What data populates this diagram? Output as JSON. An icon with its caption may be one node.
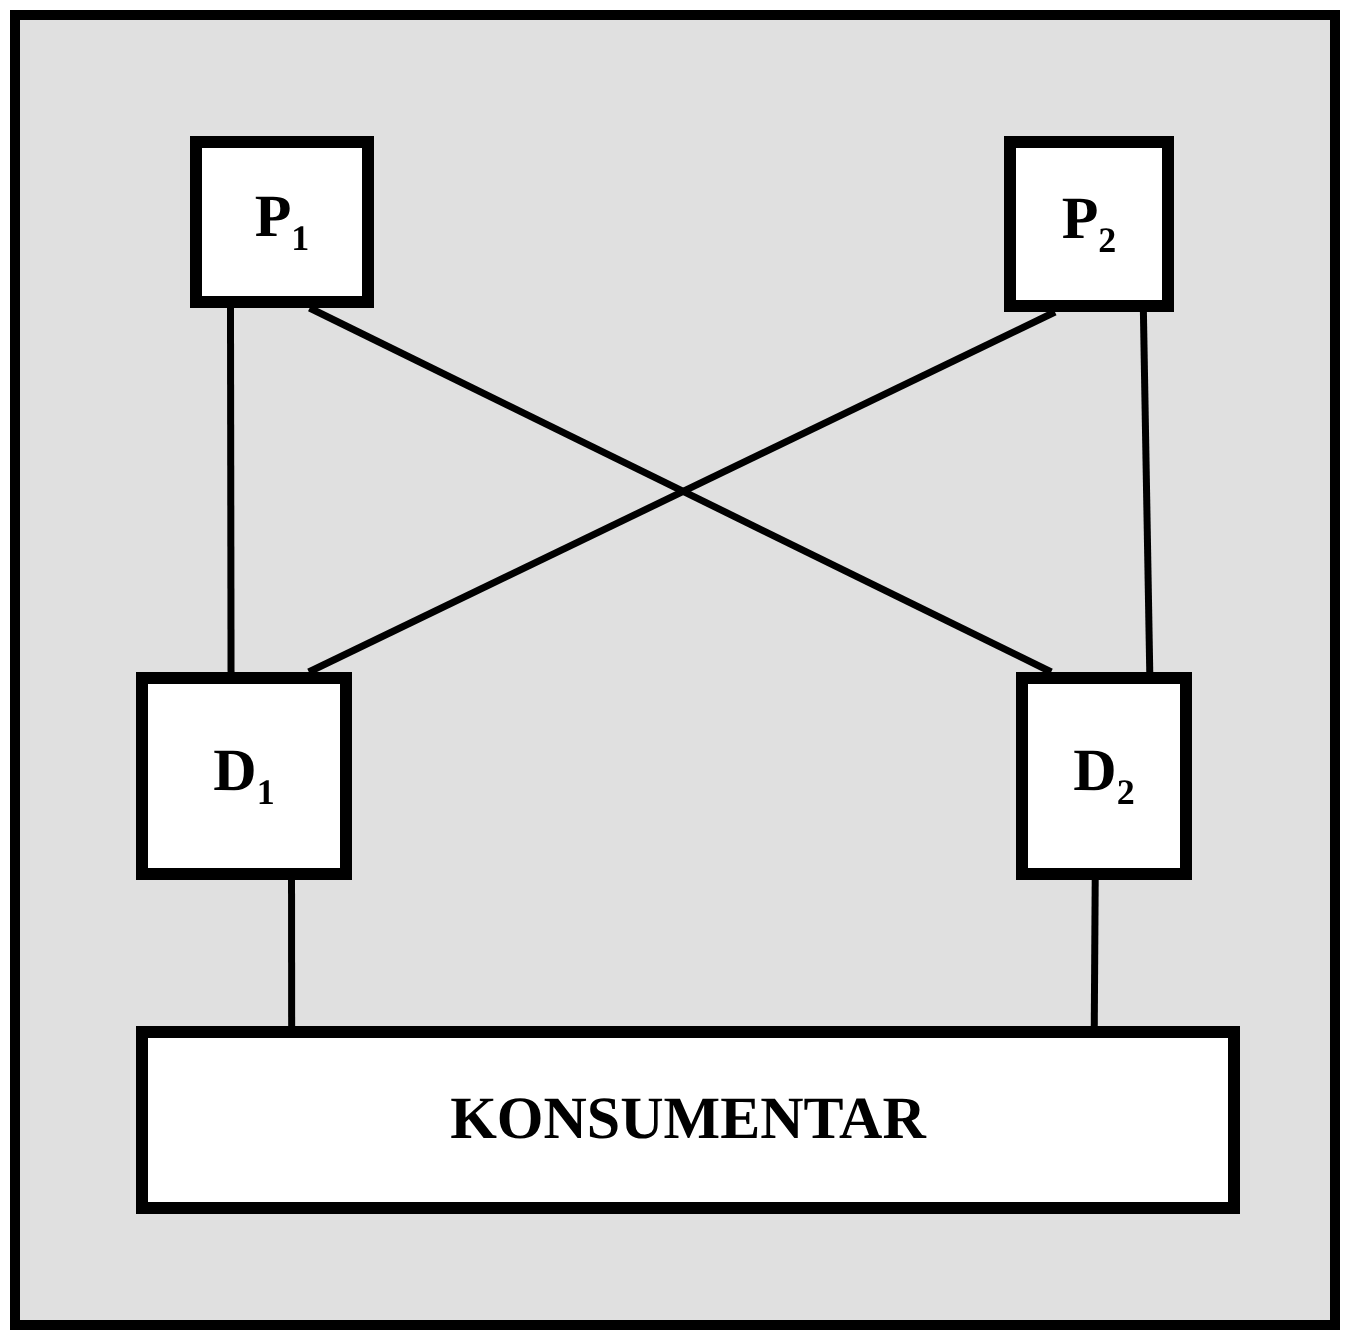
{
  "diagram": {
    "nodes": [
      {
        "text": [],
        "shape": "box"
      },
      {
        "text": [
          "P$_{1}$"
        ],
        "in": 0
      },
      {
        "text": [
          "P$_{2}$"
        ],
        "in": 0
      },
      {
        "text": [
          "D$_{1}$"
        ],
        "in": 0
      },
      {
        "text": [
          "D$_{2}$"
        ],
        "in": 0
      },
      {
        "text": [
          "KONSUMENTAR"
        ],
        "in": 0
      }
    ],
    "edges": [
      {
        "from": 1,
        "to": 3,
        "arrow": "none"
      },
      {
        "from": 1,
        "to": 4,
        "arrow": "none"
      },
      {
        "from": 2,
        "to": 3,
        "arrow": "none"
      },
      {
        "from": 2,
        "to": 4,
        "arrow": "none"
      },
      {
        "from": 3,
        "to": 5,
        "arrow": "none"
      },
      {
        "from": 4,
        "to": 5,
        "arrow": "none"
      }
    ]
  }
}
